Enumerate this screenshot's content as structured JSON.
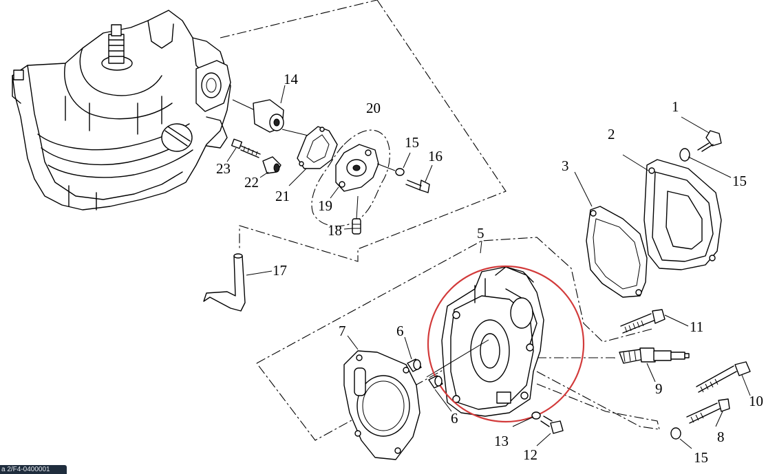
{
  "callouts": {
    "c1": "1",
    "c2": "2",
    "c3": "3",
    "c5": "5",
    "c6a": "6",
    "c6b": "6",
    "c7": "7",
    "c8": "8",
    "c9": "9",
    "c10": "10",
    "c11": "11",
    "c12": "12",
    "c13": "13",
    "c14": "14",
    "c15a": "15",
    "c15b": "15",
    "c15c": "15",
    "c16": "16",
    "c17": "17",
    "c18": "18",
    "c19": "19",
    "c20": "20",
    "c21": "21",
    "c22": "22",
    "c23": "23"
  },
  "image_id": "a 2/F4-0400001",
  "colors": {
    "highlight_circle": "#d23a3a",
    "line_art": "#000000",
    "tab_background": "#1f2d3d"
  }
}
